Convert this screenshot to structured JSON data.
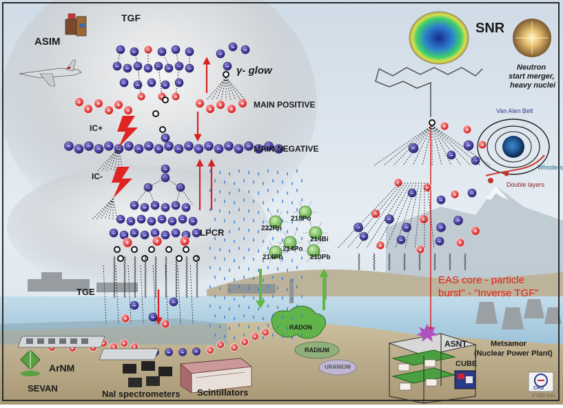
{
  "labels": {
    "asim": "ASIM",
    "tgf": "TGF",
    "gamma_glow": "γ- glow",
    "main_positive": "MAIN POSITIVE",
    "ic_plus": "IC+",
    "main_negative": "MAIN NEGATIVE",
    "ic_minus": "IC-",
    "lpcr": "LPCR",
    "tge": "TGE",
    "arnm": "ArNM",
    "sevan": "SEVAN",
    "nai": "NaI spectrometers",
    "scint": "Scintillators",
    "snr": "SNR",
    "neutron_1": "Neutron",
    "neutron_2": "start merger,",
    "neutron_3": "heavy nuclei",
    "van_allen": "Van Alen Belt",
    "whistlers": "Whistlers",
    "double_layers": "Double layers",
    "eas_1": "EAS core - particle",
    "eas_2": "burst\" - \"Inverse TGF\"",
    "asnt": "ASNT",
    "metsamor_1": "Metsamor",
    "metsamor_2": "(Nuclear Power Plant)",
    "cube": "CUBE",
    "radon": "RADON",
    "radium": "RADIUM",
    "uranium": "URANIUM",
    "rn": "222Rn",
    "po218": "218Po",
    "bi214": "214Bi",
    "po214": "214Po",
    "pb214": "214Pb",
    "pb210": "210Pb",
    "crd_logo": "CRD",
    "copyright": "© CRD 2021"
  },
  "colors": {
    "sky": "#dfe9f2",
    "cloud": "#c9cfd6",
    "water": "#b9d6e6",
    "ground": "#c9bba0",
    "electron": "#3a2f8f",
    "positron": "#e02b2b",
    "arrow_red": "#d62020",
    "arrow_green": "#5fb845",
    "drops": "#2f7fd3",
    "eas_text": "#e01f1f",
    "label_dark": "#1a1a1a"
  }
}
